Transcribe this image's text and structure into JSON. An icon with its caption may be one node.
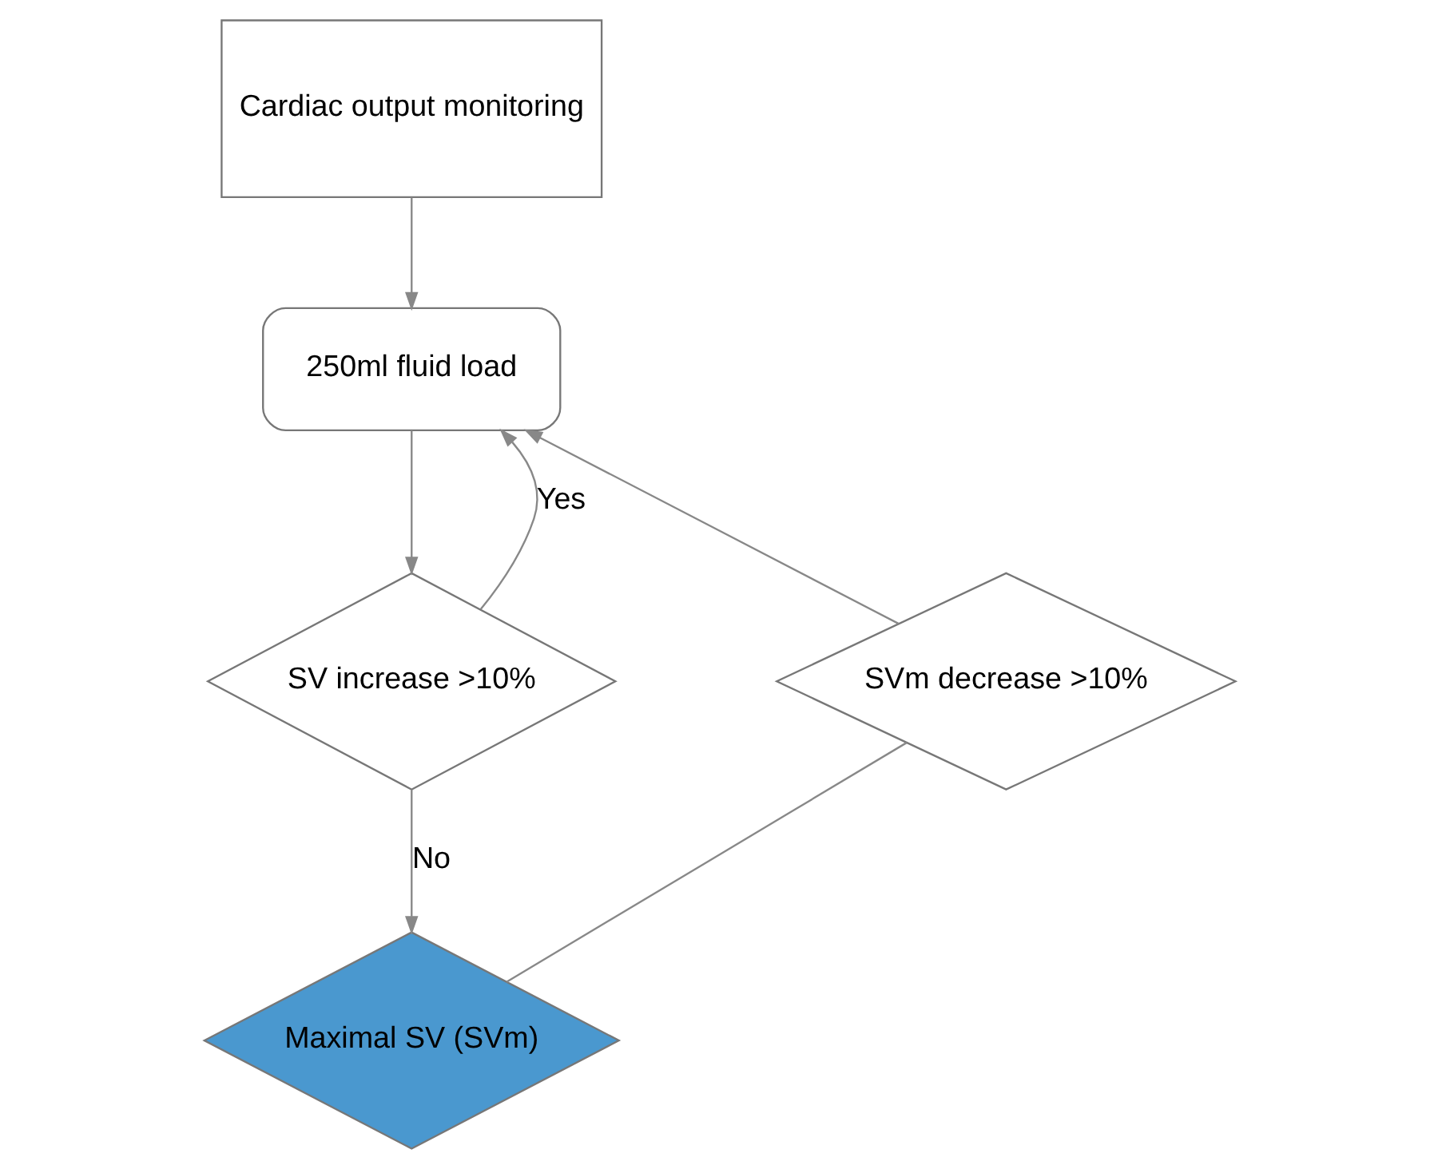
{
  "diagram": {
    "nodes": [
      {
        "text": [
          "Cardiac output monitoring"
        ]
      },
      {
        "text": [
          "250ml fluid load"
        ]
      },
      {
        "text": [
          "SV increase >10%"
        ]
      },
      {
        "text": [
          "Maximal SV (SVm)"
        ]
      },
      {
        "text": [
          "SVm decrease >10%"
        ]
      }
    ],
    "edges": [
      {
        "from": 0,
        "to": 1,
        "arrow": "to"
      },
      {
        "from": 1,
        "to": 2,
        "arrow": "to"
      },
      {
        "from": 2,
        "to": 1,
        "arrow": "to",
        "label": "Yes"
      },
      {
        "from": 2,
        "to": 3,
        "arrow": "to",
        "label": "No"
      },
      {
        "from": 3,
        "to": 4,
        "arrow": "none"
      },
      {
        "from": 4,
        "to": 1,
        "arrow": "to"
      }
    ]
  }
}
